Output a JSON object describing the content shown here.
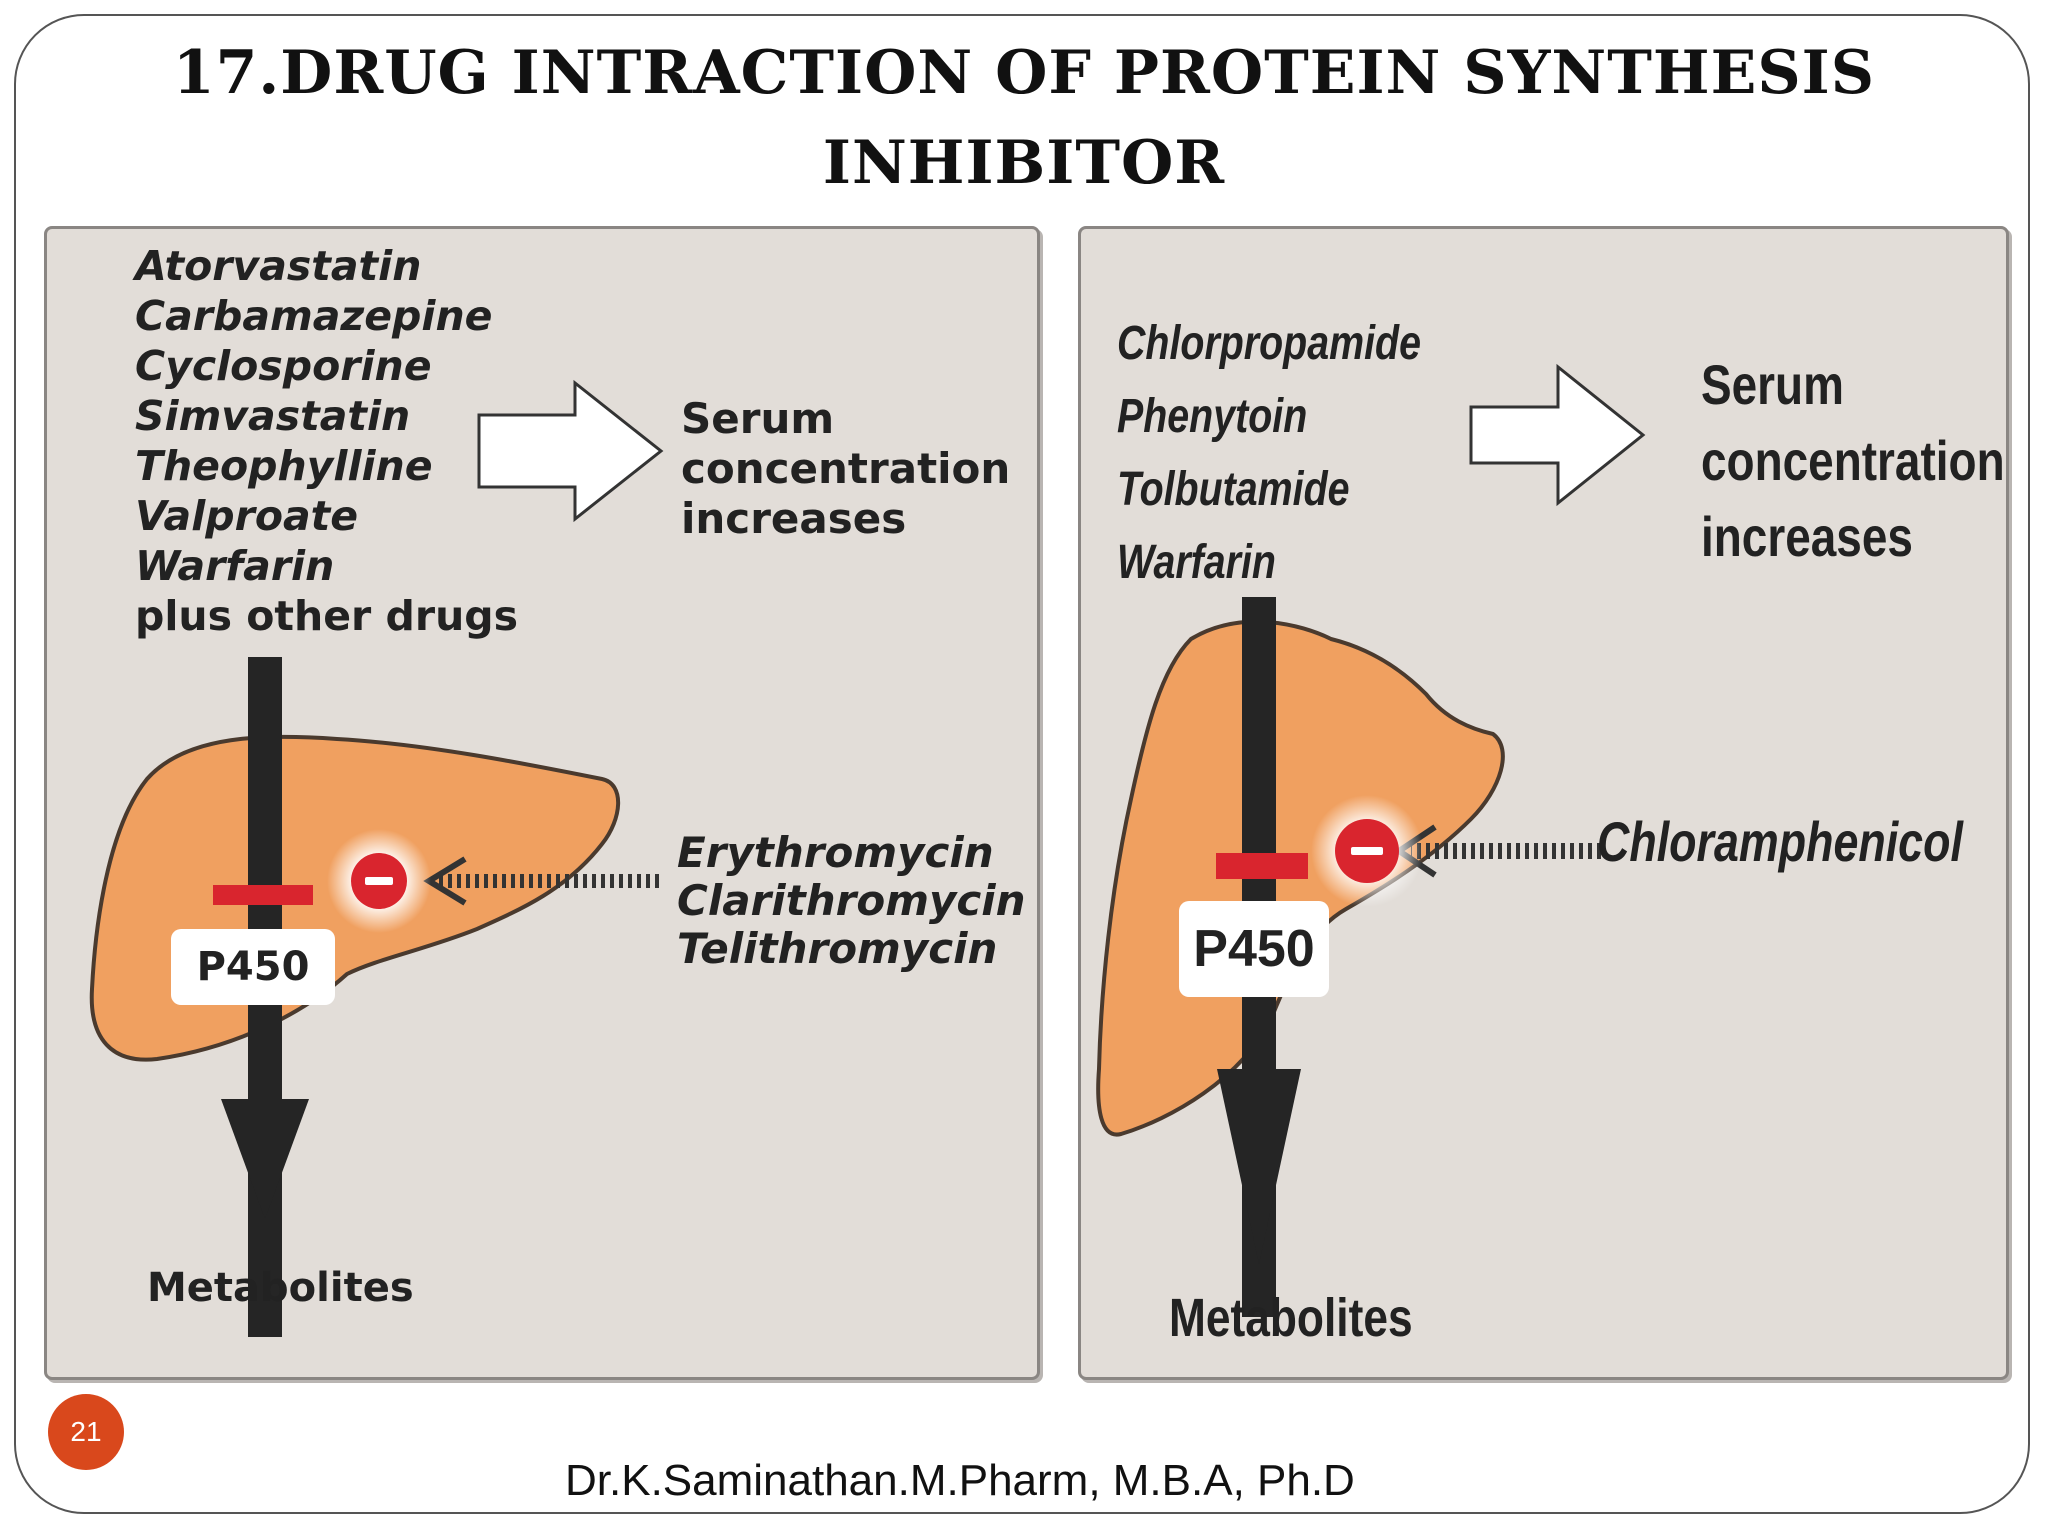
{
  "slide": {
    "title_line1": "17.DRUG INTRACTION OF PROTEIN SYNTHESIS",
    "title_line2": "INHIBITOR",
    "page_number": "21",
    "author": "Dr.K.Saminathan.M.Pharm, M.B.A, Ph.D"
  },
  "left_panel": {
    "drugs": [
      "Atorvastatin",
      "Carbamazepine",
      "Cyclosporine",
      "Simvastatin",
      "Theophylline",
      "Valproate",
      "Warfarin"
    ],
    "drugs_extra": "plus other drugs",
    "effect": [
      "Serum",
      "concentration",
      "increases"
    ],
    "enzyme": "P450",
    "inhibitors": [
      "Erythromycin",
      "Clarithromycin",
      "Telithromycin"
    ],
    "output": "Metabolites"
  },
  "right_panel": {
    "drugs": [
      "Chlorpropamide",
      "Phenytoin",
      "Tolbutamide",
      "Warfarin"
    ],
    "effect": [
      "Serum",
      "concentration",
      "increases"
    ],
    "enzyme": "P450",
    "inhibitor": "Chloramphenicol",
    "output": "Metabolites"
  },
  "colors": {
    "panel_bg": "#e2ddd8",
    "liver": "#f0a060",
    "inhibit_red": "#d9252e",
    "arrow_dark": "#252525",
    "page_badge": "#d9481c"
  },
  "icons": [
    "liver-shape",
    "hollow-right-arrow",
    "metabolism-down-arrow",
    "minus-inhibition-icon",
    "dashed-left-arrow"
  ]
}
